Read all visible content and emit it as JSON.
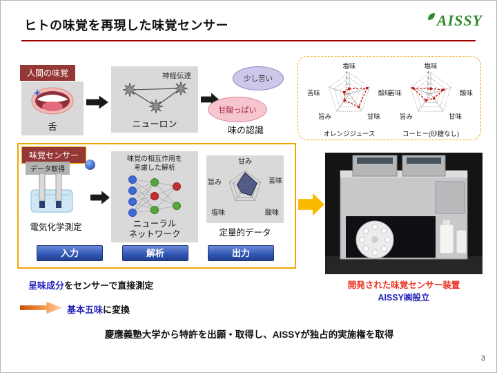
{
  "slide": {
    "title": "ヒトの味覚を再現した味覚センサー",
    "logo_text": "AISSY",
    "page_number": "3",
    "bottom_statement": "慶應義塾大学から特許を出願・取得し、AISSYが独占的実施権を取得"
  },
  "colors": {
    "accent_orange": "#f0a500",
    "badge_maroon": "#953735",
    "process_blue": "#2f55b4",
    "note_blue": "#2222bb",
    "caption_red": "#ea3323",
    "title_rule_red": "#a00000",
    "logo_green": "#2e8b2e",
    "radar_series_red": "#cc1111"
  },
  "human_row": {
    "badge": "人間の味覚",
    "tongue_label": "舌",
    "transmission_label": "神経伝達",
    "neuron_label": "ニューロン",
    "bubble_bitter": "少し苦い",
    "bubble_sweetsour": "甘酸っぱい",
    "recognition_label": "味の認識"
  },
  "sensor_row": {
    "badge": "味覚センサー",
    "data_acquisition": "データ取得",
    "electro_label": "電気化学測定",
    "nn_note_line1": "味覚の相互作用を",
    "nn_note_line2": "考慮した解析",
    "nn_label_line1": "ニューラル",
    "nn_label_line2": "ネットワーク",
    "step_input": "入力",
    "step_analysis": "解析",
    "step_output": "出力"
  },
  "device": {
    "caption_line1": "開発された味覚センサー装置",
    "caption_line2": "AISSY㈱設立"
  },
  "notes": {
    "direct_highlight": "呈味成分",
    "direct_rest": "をセンサーで直接測定",
    "convert_highlight": "基本五味",
    "convert_rest": "に変換"
  },
  "chart_data": [
    {
      "type": "radar",
      "title": "オレンジジュース",
      "axes": [
        "塩味",
        "酸味",
        "甘味",
        "旨み",
        "苦味"
      ],
      "values": [
        1,
        3.5,
        3,
        1.5,
        1
      ],
      "max": 4,
      "rings": [
        1,
        2,
        3,
        4
      ],
      "ticks": [
        0,
        1,
        2,
        3,
        4
      ],
      "color": "#cc1111",
      "grid_color": "#999999",
      "grid_dash": "1.5 1.5",
      "dash": "3 2",
      "fill": "",
      "markers": true,
      "show_ticks": true
    },
    {
      "type": "radar",
      "title": "コーヒー(砂糖なし)",
      "axes": [
        "塩味",
        "酸味",
        "甘味",
        "旨み",
        "苦味"
      ],
      "values": [
        1,
        2.5,
        1,
        1.5,
        3.5
      ],
      "max": 4,
      "rings": [
        1,
        2,
        3,
        4
      ],
      "ticks": [
        0,
        1,
        2,
        3,
        4
      ],
      "color": "#cc1111",
      "grid_color": "#999999",
      "grid_dash": "1.5 1.5",
      "dash": "3 2",
      "fill": "",
      "markers": true,
      "show_ticks": true
    },
    {
      "type": "radar",
      "title": "定量的データ",
      "axes": [
        "甘み",
        "苦味",
        "酸味",
        "塩味",
        "旨み"
      ],
      "values": [
        3.5,
        3,
        2.5,
        1.5,
        2
      ],
      "max": 4,
      "rings": [
        1,
        2,
        3,
        4
      ],
      "ticks": [],
      "color": "#2a3358",
      "grid_color": "#9a9a9a",
      "grid_dash": "",
      "dash": "",
      "fill": "#46507e",
      "markers": false,
      "show_ticks": false
    }
  ]
}
